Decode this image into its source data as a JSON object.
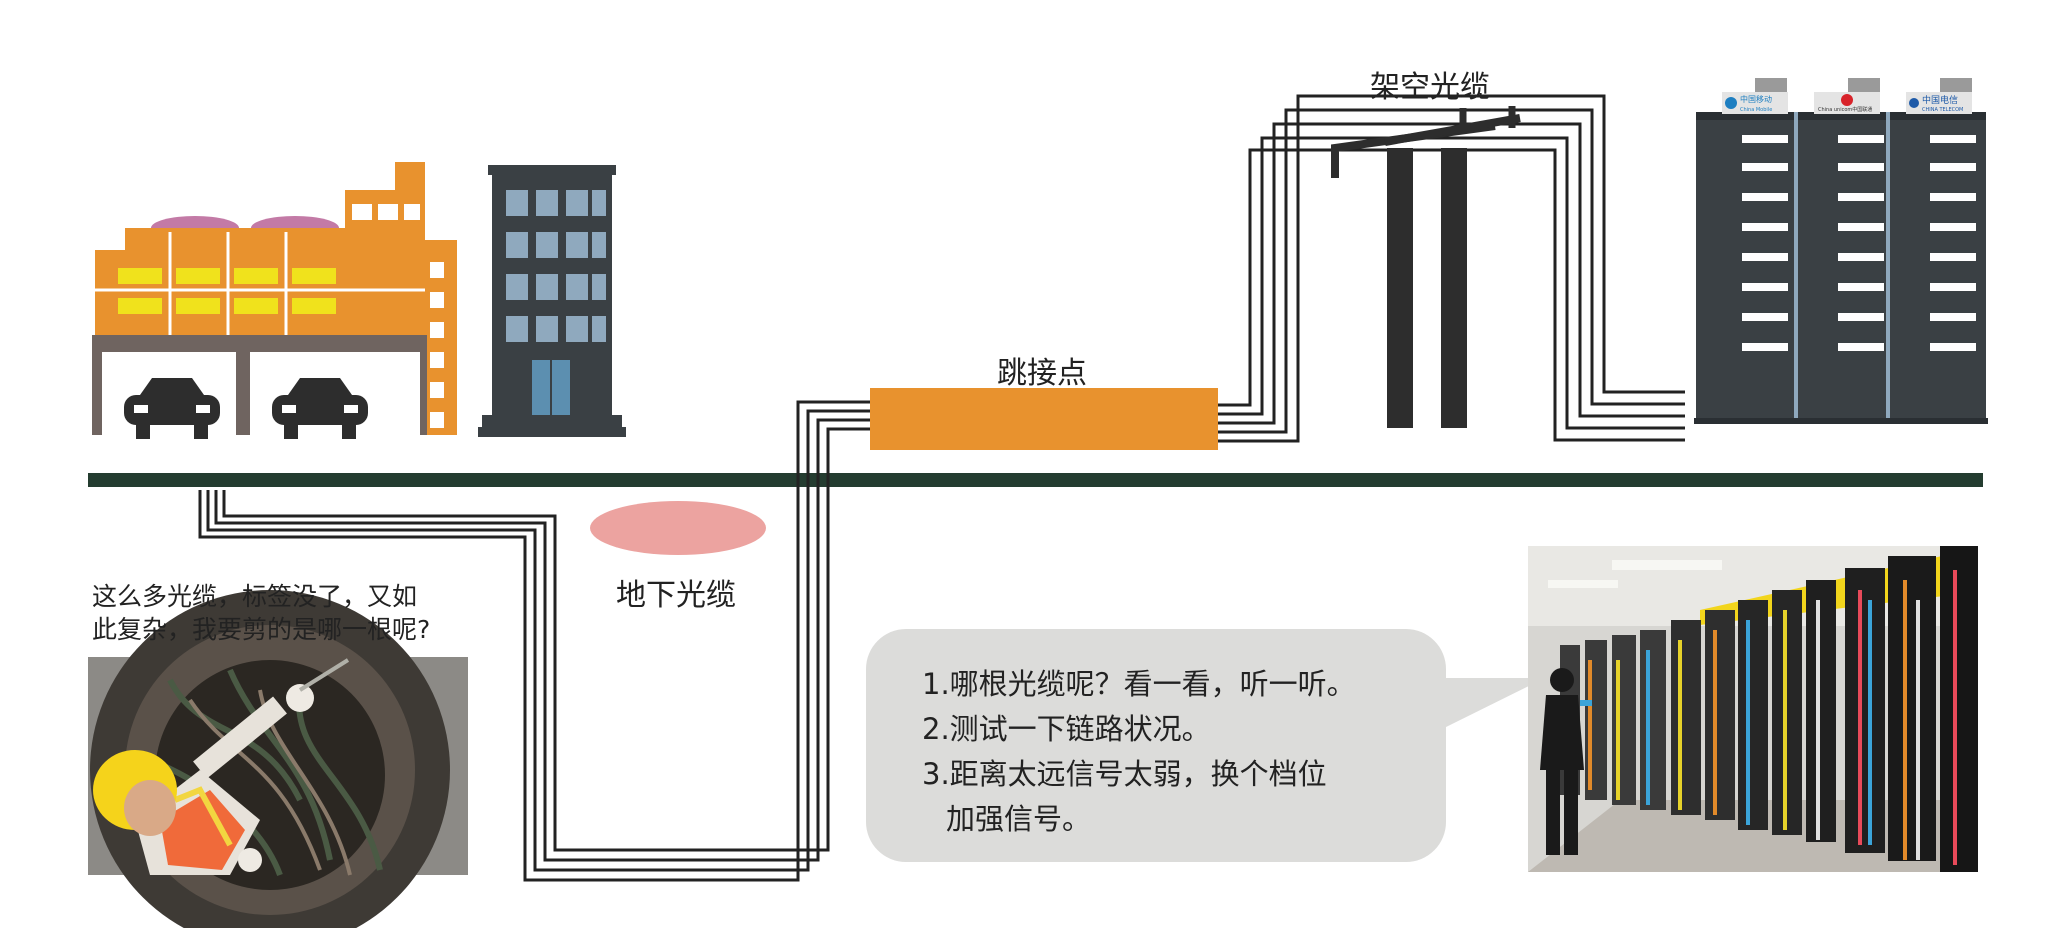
{
  "labels": {
    "aerial_cable": "架空光缆",
    "jump_point": "跳接点",
    "underground_cable": "地下光缆"
  },
  "worker_note": {
    "line1": "这么多光缆，标签没了，又如",
    "line2": "此复杂，我要剪的是哪一根呢?"
  },
  "bubble": {
    "line1": "1.哪根光缆呢？看一看，听一听。",
    "line2": "2.测试一下链路状况。",
    "line3": "3.距离太远信号太弱，换个档位",
    "line4": "加强信号。"
  },
  "carrier_signs": {
    "mobile": "中国移动",
    "mobile_en": "China Mobile",
    "unicom": "China unicom中国联通",
    "telecom": "中国电信",
    "telecom_en": "CHINA TELECOM"
  },
  "colors": {
    "orange": "#E8922E",
    "dark_gray": "#3A4044",
    "ground": "#243C30",
    "cable": "#222222",
    "bubble": "#DCDCDA",
    "manhole_pink": "#ECA3A0",
    "dome_purple": "#C37AA6",
    "window_blue": "#8FA9BE",
    "window_yellow": "#F0E21C"
  }
}
